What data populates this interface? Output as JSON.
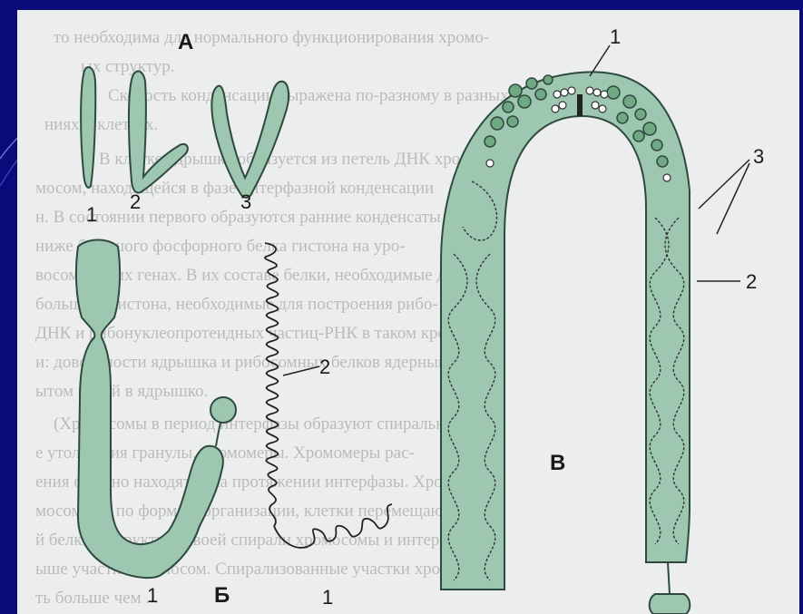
{
  "colors": {
    "slide_background": "#0a0a7a",
    "panel": "#ebeeec",
    "chromosome_fill": "#9ec7b2",
    "chromosome_stroke": "#2e4a3e",
    "bead_fill": "#6fa883"
  },
  "panel_A": {
    "letter": "А",
    "numbers": [
      "1",
      "2",
      "3"
    ]
  },
  "panel_B": {
    "letter": "Б",
    "numbers": [
      "1",
      "2",
      "1"
    ]
  },
  "panel_V": {
    "letter": "В",
    "numbers": [
      "1",
      "2",
      "3"
    ]
  },
  "background_text": [
    "то необходима для нормального функционирования хромо-",
    "ых структур.",
    "Скорость конденсации выражена по-разному в разных",
    "ниях и клетках.",
    "В клетке ядрышко образуется из петель ДНК хромо-",
    "мосом, находящейся в фазе интерфазной конденсации",
    "н. В состоянии первого образуются ранние конденсаты",
    "ниже большого фосфорного белка гистона на уро-",
    "восомальных генах. В их составе белки, необходимые для",
    "большого гистона, необходимые для построения рибо-",
    "ДНК и рибонуклеопротеидных частиц-РНК в таком кро-",
    "и: довольности ядрышка и рибосомных белков ядерный",
    "ытом нитей в ядрышко.",
    "(Хромосомы в период интерфазы образуют спиральные",
    "е утолщения гранулы, хромомеры. Хромомеры рас-",
    "ения обычно находятся на протяжении интерфазы. Хромо-",
    "мосомных по форме и организации, клетки перемещаются В",
    "й белки в структуре своей спирали хромосомы и интерфазу",
    "ыше участки хромосом. Спирализованные участки хромосом",
    "ть больше чем ..."
  ]
}
